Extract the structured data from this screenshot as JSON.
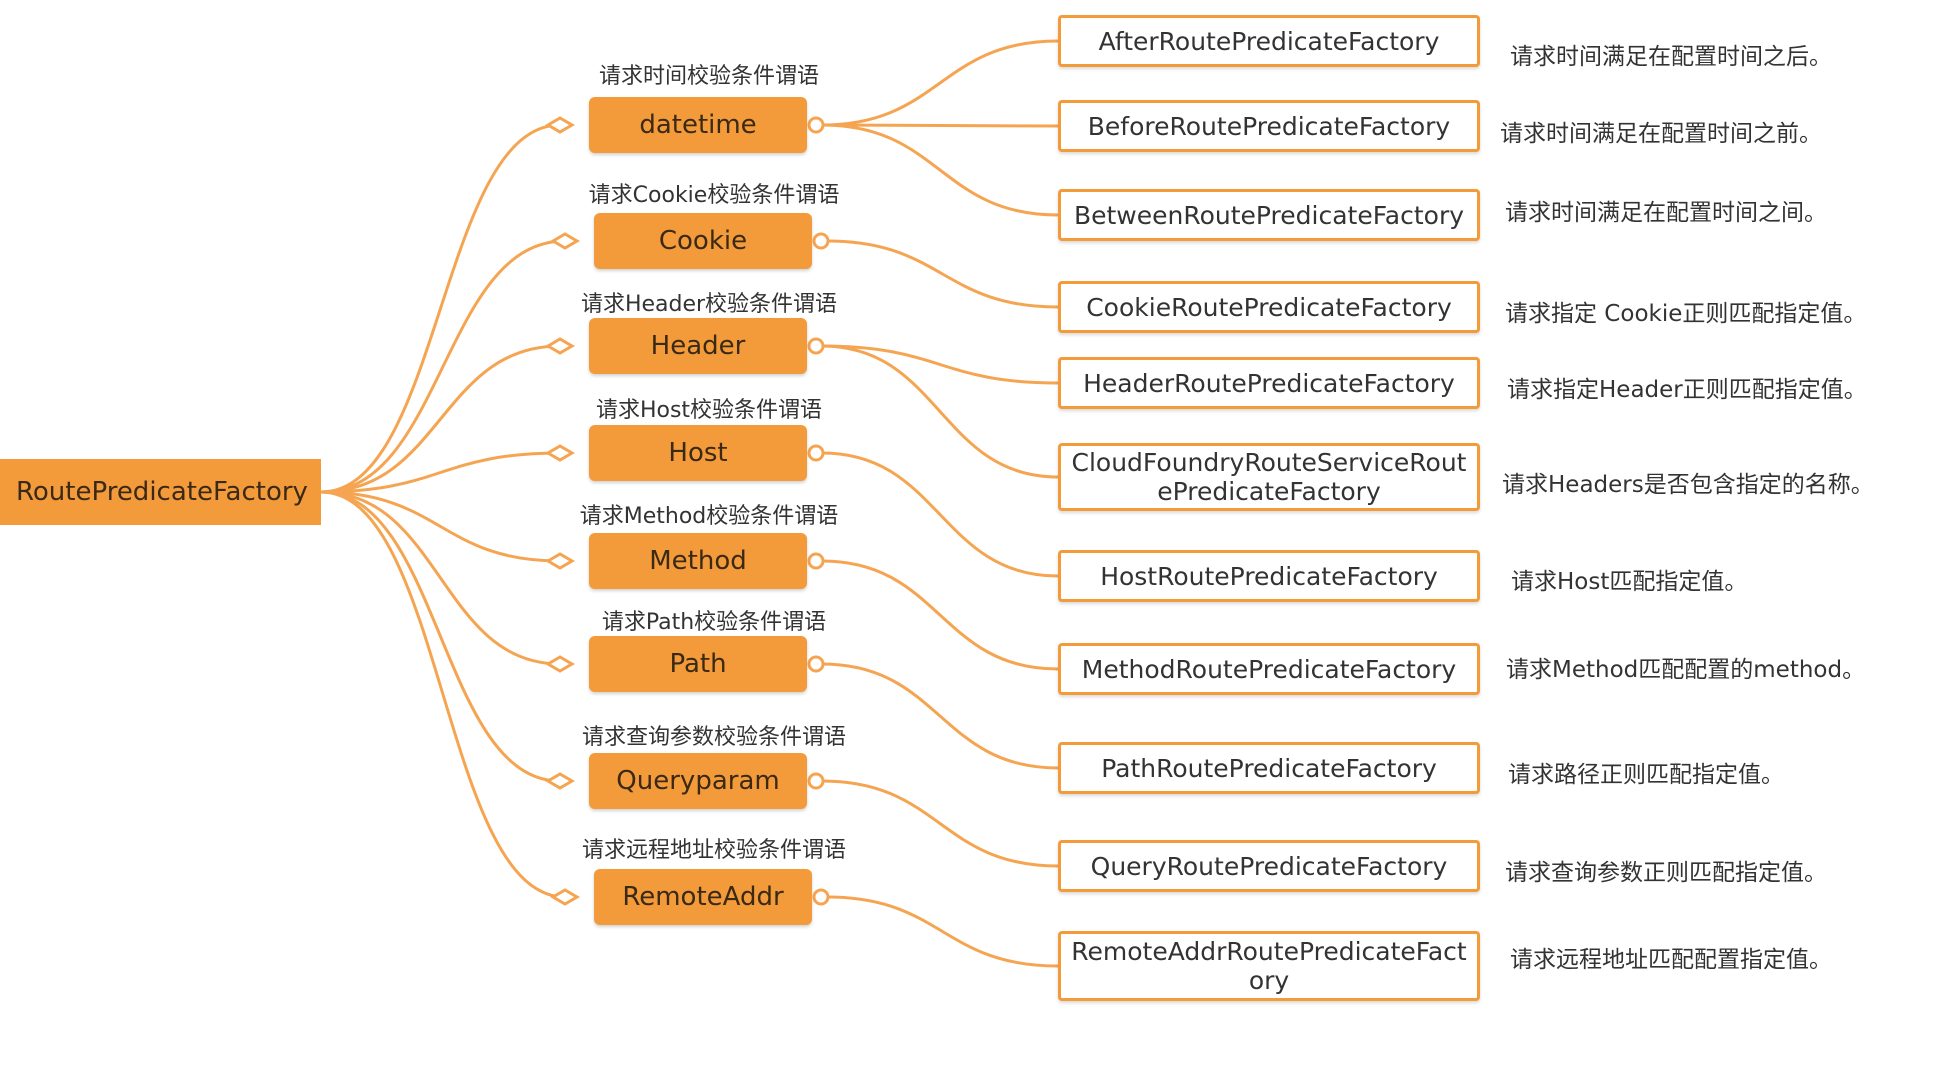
{
  "root": {
    "label": "RoutePredicateFactory"
  },
  "categories": [
    {
      "label": "datetime",
      "note": "请求时间校验条件谓语"
    },
    {
      "label": "Cookie",
      "note": "请求Cookie校验条件谓语"
    },
    {
      "label": "Header",
      "note": "请求Header校验条件谓语"
    },
    {
      "label": "Host",
      "note": "请求Host校验条件谓语"
    },
    {
      "label": "Method",
      "note": "请求Method校验条件谓语"
    },
    {
      "label": "Path",
      "note": "请求Path校验条件谓语"
    },
    {
      "label": "Queryparam",
      "note": "请求查询参数校验条件谓语"
    },
    {
      "label": "RemoteAddr",
      "note": "请求远程地址校验条件谓语"
    }
  ],
  "factories": [
    {
      "label": "AfterRoutePredicateFactory",
      "desc": "请求时间满足在配置时间之后。"
    },
    {
      "label": "BeforeRoutePredicateFactory",
      "desc": "请求时间满足在配置时间之前。"
    },
    {
      "label": "BetweenRoutePredicateFactory",
      "desc": "请求时间满足在配置时间之间。"
    },
    {
      "label": "CookieRoutePredicateFactory",
      "desc": "请求指定 Cookie正则匹配指定值。"
    },
    {
      "label": "HeaderRoutePredicateFactory",
      "desc": "请求指定Header正则匹配指定值。"
    },
    {
      "label": "CloudFoundryRouteServiceRoutePredicateFactory",
      "desc": "请求Headers是否包含指定的名称。"
    },
    {
      "label": "HostRoutePredicateFactory",
      "desc": "请求Host匹配指定值。"
    },
    {
      "label": "MethodRoutePredicateFactory",
      "desc": "请求Method匹配配置的method。"
    },
    {
      "label": "PathRoutePredicateFactory",
      "desc": "请求路径正则匹配指定值。"
    },
    {
      "label": "QueryRoutePredicateFactory",
      "desc": "请求查询参数正则匹配指定值。"
    },
    {
      "label": "RemoteAddrRoutePredicateFactory",
      "desc": "请求远程地址匹配配置指定值。"
    }
  ],
  "links": [
    {
      "from": "datetime",
      "to": [
        "AfterRoutePredicateFactory",
        "BeforeRoutePredicateFactory",
        "BetweenRoutePredicateFactory"
      ]
    },
    {
      "from": "Cookie",
      "to": [
        "CookieRoutePredicateFactory"
      ]
    },
    {
      "from": "Header",
      "to": [
        "HeaderRoutePredicateFactory",
        "CloudFoundryRouteServiceRoutePredicateFactory"
      ]
    },
    {
      "from": "Host",
      "to": [
        "HostRoutePredicateFactory"
      ]
    },
    {
      "from": "Method",
      "to": [
        "MethodRoutePredicateFactory"
      ]
    },
    {
      "from": "Path",
      "to": [
        "PathRoutePredicateFactory"
      ]
    },
    {
      "from": "Queryparam",
      "to": [
        "QueryRoutePredicateFactory"
      ]
    },
    {
      "from": "RemoteAddr",
      "to": [
        "RemoteAddrRoutePredicateFactory"
      ]
    }
  ],
  "colors": {
    "accent": "#f39a3a",
    "link": "#f5a552",
    "text": "#333333"
  }
}
